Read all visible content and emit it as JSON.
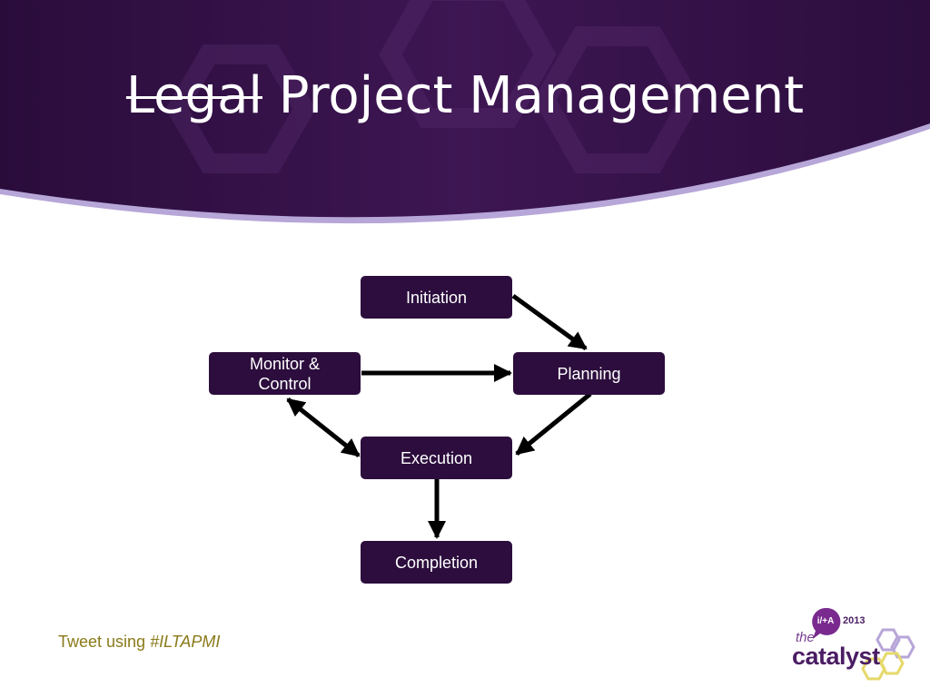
{
  "title": {
    "struck_word": "Legal",
    "rest": "Project Management"
  },
  "diagram": {
    "nodes": {
      "initiation": "Initiation",
      "monitor_line1": "Monitor &",
      "monitor_line2": "Control",
      "planning": "Planning",
      "execution": "Execution",
      "completion": "Completion"
    },
    "edges": [
      {
        "from": "Initiation",
        "to": "Planning",
        "direction": "forward"
      },
      {
        "from": "Monitor & Control",
        "to": "Planning",
        "direction": "forward"
      },
      {
        "from": "Planning",
        "to": "Execution",
        "direction": "forward"
      },
      {
        "from": "Execution",
        "to": "Monitor & Control",
        "direction": "both"
      },
      {
        "from": "Execution",
        "to": "Completion",
        "direction": "forward"
      }
    ]
  },
  "footer": {
    "tweet_prefix": "Tweet using",
    "hashtag": "#ILTAPMI"
  },
  "logo": {
    "badge": "i/+A",
    "year": "2013",
    "the": "the",
    "catalyst": "catalyst"
  },
  "colors": {
    "banner": "#3a1450",
    "banner_edge": "#b7a6d8",
    "node": "#2c0d3d",
    "arrow": "#000000",
    "footer_text": "#8a7a1a",
    "logo_purple": "#4a1d63",
    "logo_yellow": "#e6d96a"
  }
}
